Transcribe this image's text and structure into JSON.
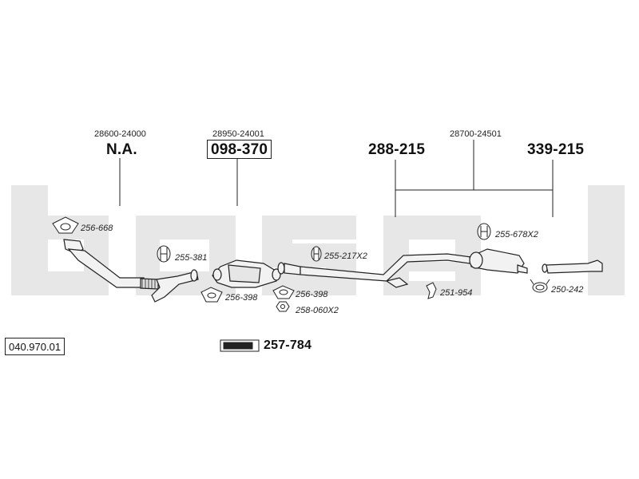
{
  "brand": {
    "watermark": "bosal",
    "logo_text": "bosal"
  },
  "reference_number": "040.970.01",
  "oem_numbers": {
    "front_pipe": "28600-24000",
    "catalyst": "28950-24001",
    "rear_system": "28700-24501"
  },
  "main_parts": {
    "front_pipe": "N.A.",
    "catalyst": "098-370",
    "center_pipe": "288-215",
    "rear_silencer": "339-215",
    "fitting_kit": "257-784"
  },
  "small_parts": [
    {
      "id": "256-668",
      "icon": "gasket-icon"
    },
    {
      "id": "255-381",
      "icon": "rubber-mount-icon"
    },
    {
      "id": "256-398",
      "icon": "gasket-icon"
    },
    {
      "id": "256-398",
      "icon": "gasket-icon"
    },
    {
      "id": "258-060X2",
      "icon": "nut-icon"
    },
    {
      "id": "255-217X2",
      "icon": "rubber-mount-icon"
    },
    {
      "id": "251-954",
      "icon": "bracket-icon"
    },
    {
      "id": "255-678X2",
      "icon": "hanger-icon"
    },
    {
      "id": "250-242",
      "icon": "clamp-icon"
    }
  ],
  "colors": {
    "watermark": "#e7e7e7",
    "ink": "#222222",
    "pipe_fill": "#f2f2f2"
  }
}
